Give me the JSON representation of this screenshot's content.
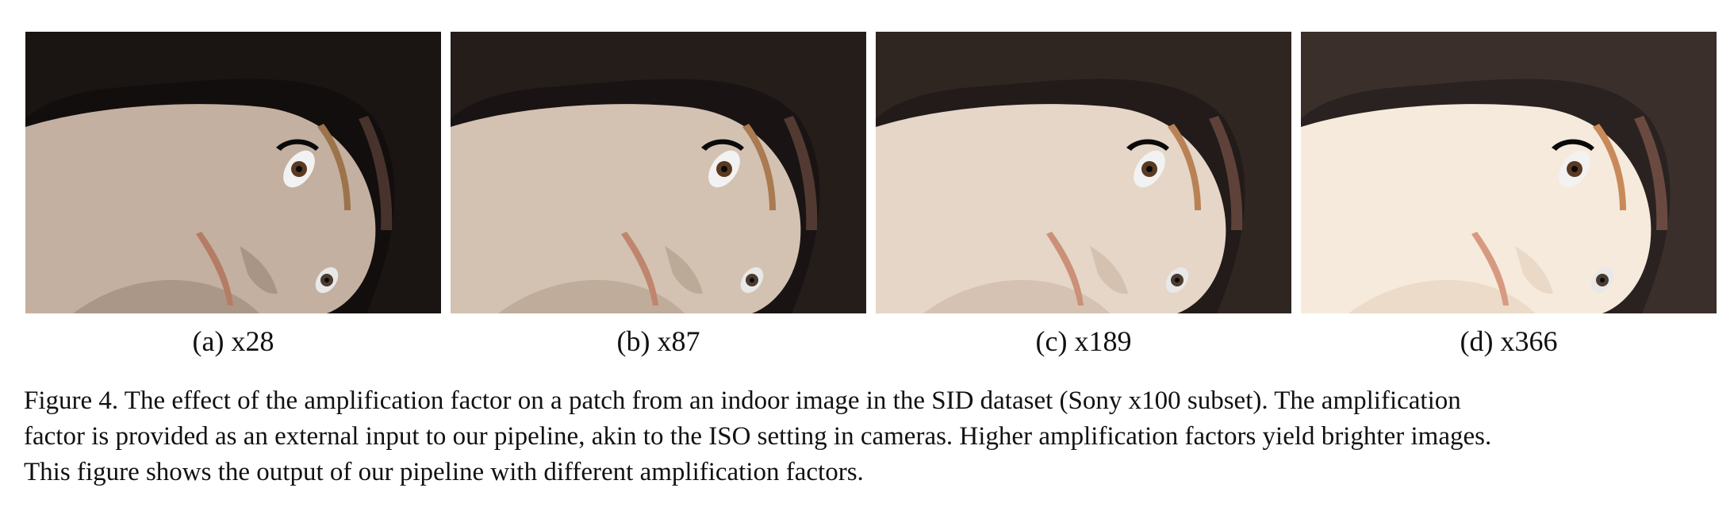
{
  "figure": {
    "panels": [
      {
        "label": "(a) x28",
        "brightness": 0.28
      },
      {
        "label": "(b) x87",
        "brightness": 0.5
      },
      {
        "label": "(c) x189",
        "brightness": 0.75
      },
      {
        "label": "(d) x366",
        "brightness": 1.0
      }
    ],
    "caption": {
      "line1": "Figure 4. The effect of the amplification factor on a patch from an indoor image in the SID dataset (Sony x100 subset). The amplification",
      "line2": "factor is provided as an external input to our pipeline, akin to the ISO setting in cameras. Higher amplification factors yield brighter images.",
      "line3": "This figure shows the output of our pipeline with different amplification factors."
    }
  },
  "colors": {
    "skin_dark": "#b09a88",
    "skin_bright": "#f6eadc",
    "hair_dark": "#0d0a08",
    "hair_bright": "#3a2f2a",
    "background_dark": "#080606",
    "background_bright": "#2a2220"
  }
}
